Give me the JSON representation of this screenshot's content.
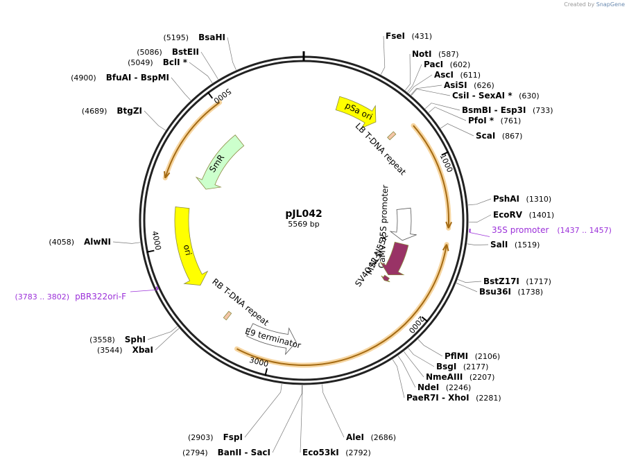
{
  "header": {
    "created_by": "Created by",
    "brand": "SnapGene"
  },
  "plasmid": {
    "name": "pJL042",
    "length_label": "5569 bp",
    "length": 5569
  },
  "ruler": [
    {
      "pos": 1000,
      "label": "1000"
    },
    {
      "pos": 2000,
      "label": "2000"
    },
    {
      "pos": 3000,
      "label": "3000"
    },
    {
      "pos": 4000,
      "label": "4000"
    },
    {
      "pos": 5000,
      "label": "5000"
    }
  ],
  "features": [
    {
      "name": "pSa ori",
      "start": 250,
      "end": 560,
      "dir": 1,
      "color": "#ffff00",
      "label_mode": "on"
    },
    {
      "name": "LB T-DNA repeat",
      "start": 700,
      "end": 725,
      "dir": 0,
      "color": "#f5c6a8",
      "label_mode": "inner"
    },
    {
      "name": "CaMV 35S promoter",
      "start": 1290,
      "end": 1570,
      "dir": 1,
      "color": "#ffffff",
      "label_mode": "inner"
    },
    {
      "name": "MS2-N55K",
      "start": 1600,
      "end": 1900,
      "dir": 1,
      "color": "#993366",
      "label_mode": "inner"
    },
    {
      "name": "SV40 NLS",
      "start": 1920,
      "end": 1960,
      "dir": 1,
      "color": "#993366",
      "label_mode": "inner"
    },
    {
      "name": "E9 terminator",
      "start": 2840,
      "end": 3190,
      "dir": -1,
      "color": "#ffffff",
      "label_mode": "on"
    },
    {
      "name": "RB T-DNA repeat",
      "start": 3370,
      "end": 3395,
      "dir": 0,
      "color": "#f5c6a8",
      "label_mode": "inner"
    },
    {
      "name": "ori",
      "start": 3680,
      "end": 4270,
      "dir": -1,
      "color": "#ffff00",
      "label_mode": "on"
    },
    {
      "name": "SmR",
      "start": 4450,
      "end": 4970,
      "dir": -1,
      "color": "#ccffcc",
      "label_mode": "on"
    }
  ],
  "orfs": [
    {
      "start": 760,
      "end": 1440,
      "dir": 1
    },
    {
      "start": 1540,
      "end": 3210,
      "dir": -1
    },
    {
      "start": 4440,
      "end": 5020,
      "dir": -1
    }
  ],
  "sites": [
    {
      "name": "FseI",
      "pos": 431,
      "label": "(431)",
      "side": "right"
    },
    {
      "name": "NotI",
      "pos": 587,
      "label": "(587)",
      "side": "right"
    },
    {
      "name": "PacI",
      "pos": 602,
      "label": "(602)",
      "side": "right"
    },
    {
      "name": "AscI",
      "pos": 611,
      "label": "(611)",
      "side": "right"
    },
    {
      "name": "AsiSI",
      "pos": 626,
      "label": "(626)",
      "side": "right"
    },
    {
      "name": "CsiI  - SexAI *",
      "pos": 630,
      "label": "(630)",
      "side": "right"
    },
    {
      "name": "BsmBI  - Esp3I",
      "pos": 733,
      "label": "(733)",
      "side": "right"
    },
    {
      "name": "PfoI *",
      "pos": 761,
      "label": "(761)",
      "side": "right"
    },
    {
      "name": "ScaI",
      "pos": 867,
      "label": "(867)",
      "side": "right"
    },
    {
      "name": "PshAI",
      "pos": 1310,
      "label": "(1310)",
      "side": "right"
    },
    {
      "name": "EcoRV",
      "pos": 1401,
      "label": "(1401)",
      "side": "right"
    },
    {
      "name": "SalI",
      "pos": 1519,
      "label": "(1519)",
      "side": "right"
    },
    {
      "name": "BstZ17I",
      "pos": 1717,
      "label": "(1717)",
      "side": "right"
    },
    {
      "name": "Bsu36I",
      "pos": 1738,
      "label": "(1738)",
      "side": "right"
    },
    {
      "name": "PflMI",
      "pos": 2106,
      "label": "(2106)",
      "side": "right"
    },
    {
      "name": "BsgI",
      "pos": 2177,
      "label": "(2177)",
      "side": "right"
    },
    {
      "name": "NmeAIII",
      "pos": 2207,
      "label": "(2207)",
      "side": "right"
    },
    {
      "name": "NdeI",
      "pos": 2246,
      "label": "(2246)",
      "side": "right"
    },
    {
      "name": "PaeR7I  - XhoI",
      "pos": 2281,
      "label": "(2281)",
      "side": "right"
    },
    {
      "name": "AleI",
      "pos": 2686,
      "label": "(2686)",
      "side": "right"
    },
    {
      "name": "Eco53kI",
      "pos": 2792,
      "label": "(2792)",
      "side": "right"
    },
    {
      "name": "BanII  - SacI",
      "pos": 2794,
      "label": "(2794)",
      "side": "left"
    },
    {
      "name": "FspI",
      "pos": 2903,
      "label": "(2903)",
      "side": "left"
    },
    {
      "name": "SphI",
      "pos": 3558,
      "label": "(3558)",
      "side": "left"
    },
    {
      "name": "XbaI",
      "pos": 3544,
      "label": "(3544)",
      "side": "left"
    },
    {
      "name": "AlwNI",
      "pos": 4058,
      "label": "(4058)",
      "side": "left"
    },
    {
      "name": "BtgZI",
      "pos": 4689,
      "label": "(4689)",
      "side": "left"
    },
    {
      "name": "BfuAI  - BspMI",
      "pos": 4900,
      "label": "(4900)",
      "side": "left"
    },
    {
      "name": "BclI *",
      "pos": 5049,
      "label": "(5049)",
      "side": "left"
    },
    {
      "name": "BstEII",
      "pos": 5086,
      "label": "(5086)",
      "side": "left"
    },
    {
      "name": "BsaHI",
      "pos": 5195,
      "label": "(5195)",
      "side": "left"
    }
  ],
  "primers": [
    {
      "name": "35S promoter",
      "range": "(1437 .. 1457)",
      "start": 1437,
      "end": 1457,
      "dir": 1,
      "side": "right"
    },
    {
      "name": "pBR322ori-F",
      "range": "(3783 .. 3802)",
      "start": 3783,
      "end": 3802,
      "dir": -1,
      "side": "left"
    }
  ]
}
